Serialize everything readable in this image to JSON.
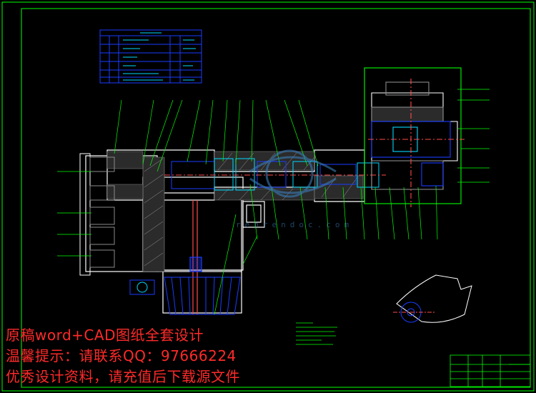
{
  "colors": {
    "background": "#000000",
    "frame": "#00ff00",
    "outline": "#ffffff",
    "hatch": "#8a8a8a",
    "leader": "#00ff00",
    "blue": "#1a3cff",
    "cyan": "#00d8ff",
    "promo": "#ff2a2a"
  },
  "watermark": {
    "text": "renrendoc.com"
  },
  "promo": {
    "line1": "原稿word+CAD图纸全套设计",
    "line2": "温馨提示：请联系QQ：97666224",
    "line3": "优秀设计资料，请充值后下载源文件"
  },
  "icons": {
    "logo": "globe-watermark-icon"
  }
}
